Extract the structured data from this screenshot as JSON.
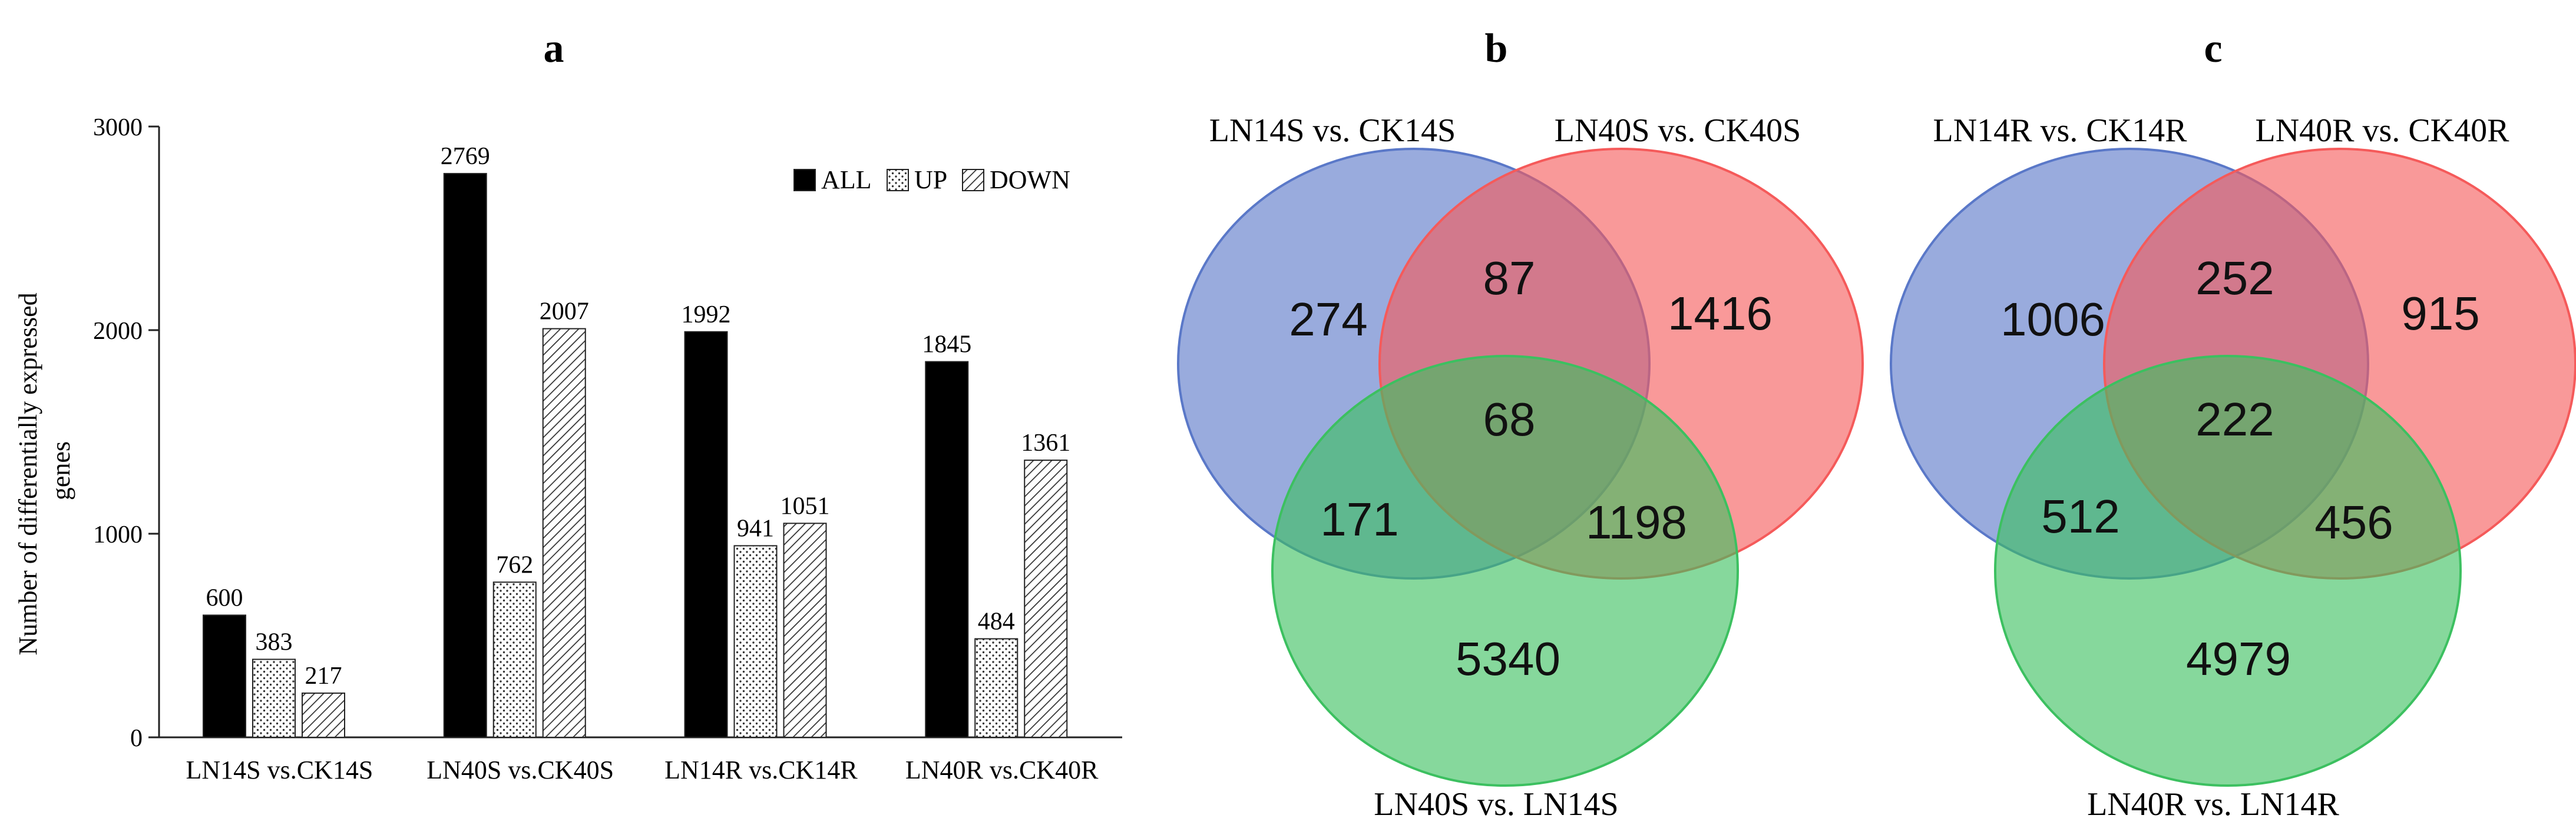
{
  "panels": {
    "a": {
      "letter": "a"
    },
    "b": {
      "letter": "b"
    },
    "c": {
      "letter": "c"
    }
  },
  "chart_data": [
    {
      "type": "bar",
      "panel": "a",
      "title": "",
      "xlabel": "",
      "ylabel": "Number of differentially expressed genes",
      "ylim": [
        0,
        3000
      ],
      "yticks": [
        0,
        1000,
        2000,
        3000
      ],
      "categories": [
        "LN14S vs.CK14S",
        "LN40S vs.CK40S",
        "LN14R vs.CK14R",
        "LN40R vs.CK40R"
      ],
      "series": [
        {
          "name": "ALL",
          "values": [
            600,
            2769,
            1992,
            1845
          ],
          "color": "#000000",
          "pattern": "solid"
        },
        {
          "name": "UP",
          "values": [
            383,
            762,
            941,
            484
          ],
          "color": "#ffffff",
          "pattern": "dots"
        },
        {
          "name": "DOWN",
          "values": [
            217,
            2007,
            1051,
            1361
          ],
          "color": "#ffffff",
          "pattern": "diagonal"
        }
      ],
      "data_labels": true,
      "legend_position": "top-right",
      "grid": false
    },
    {
      "type": "venn",
      "panel": "b",
      "sets": [
        {
          "name": "LN14S vs. CK14S",
          "color": "#5a78c8"
        },
        {
          "name": "LN40S vs. CK40S",
          "color": "#f55a5a"
        },
        {
          "name": "LN40S vs. LN14S",
          "color": "#3cc060"
        }
      ],
      "regions": {
        "only_1": 274,
        "only_2": 1416,
        "only_3": 5340,
        "1_2": 87,
        "1_3": 171,
        "2_3": 1198,
        "1_2_3": 68
      }
    },
    {
      "type": "venn",
      "panel": "c",
      "sets": [
        {
          "name": "LN14R vs. CK14R",
          "color": "#5a78c8"
        },
        {
          "name": "LN40R vs. CK40R",
          "color": "#f55a5a"
        },
        {
          "name": "LN40R vs. LN14R",
          "color": "#3cc060"
        }
      ],
      "regions": {
        "only_1": 1006,
        "only_2": 915,
        "only_3": 4979,
        "1_2": 252,
        "1_3": 512,
        "2_3": 456,
        "1_2_3": 222
      }
    }
  ]
}
